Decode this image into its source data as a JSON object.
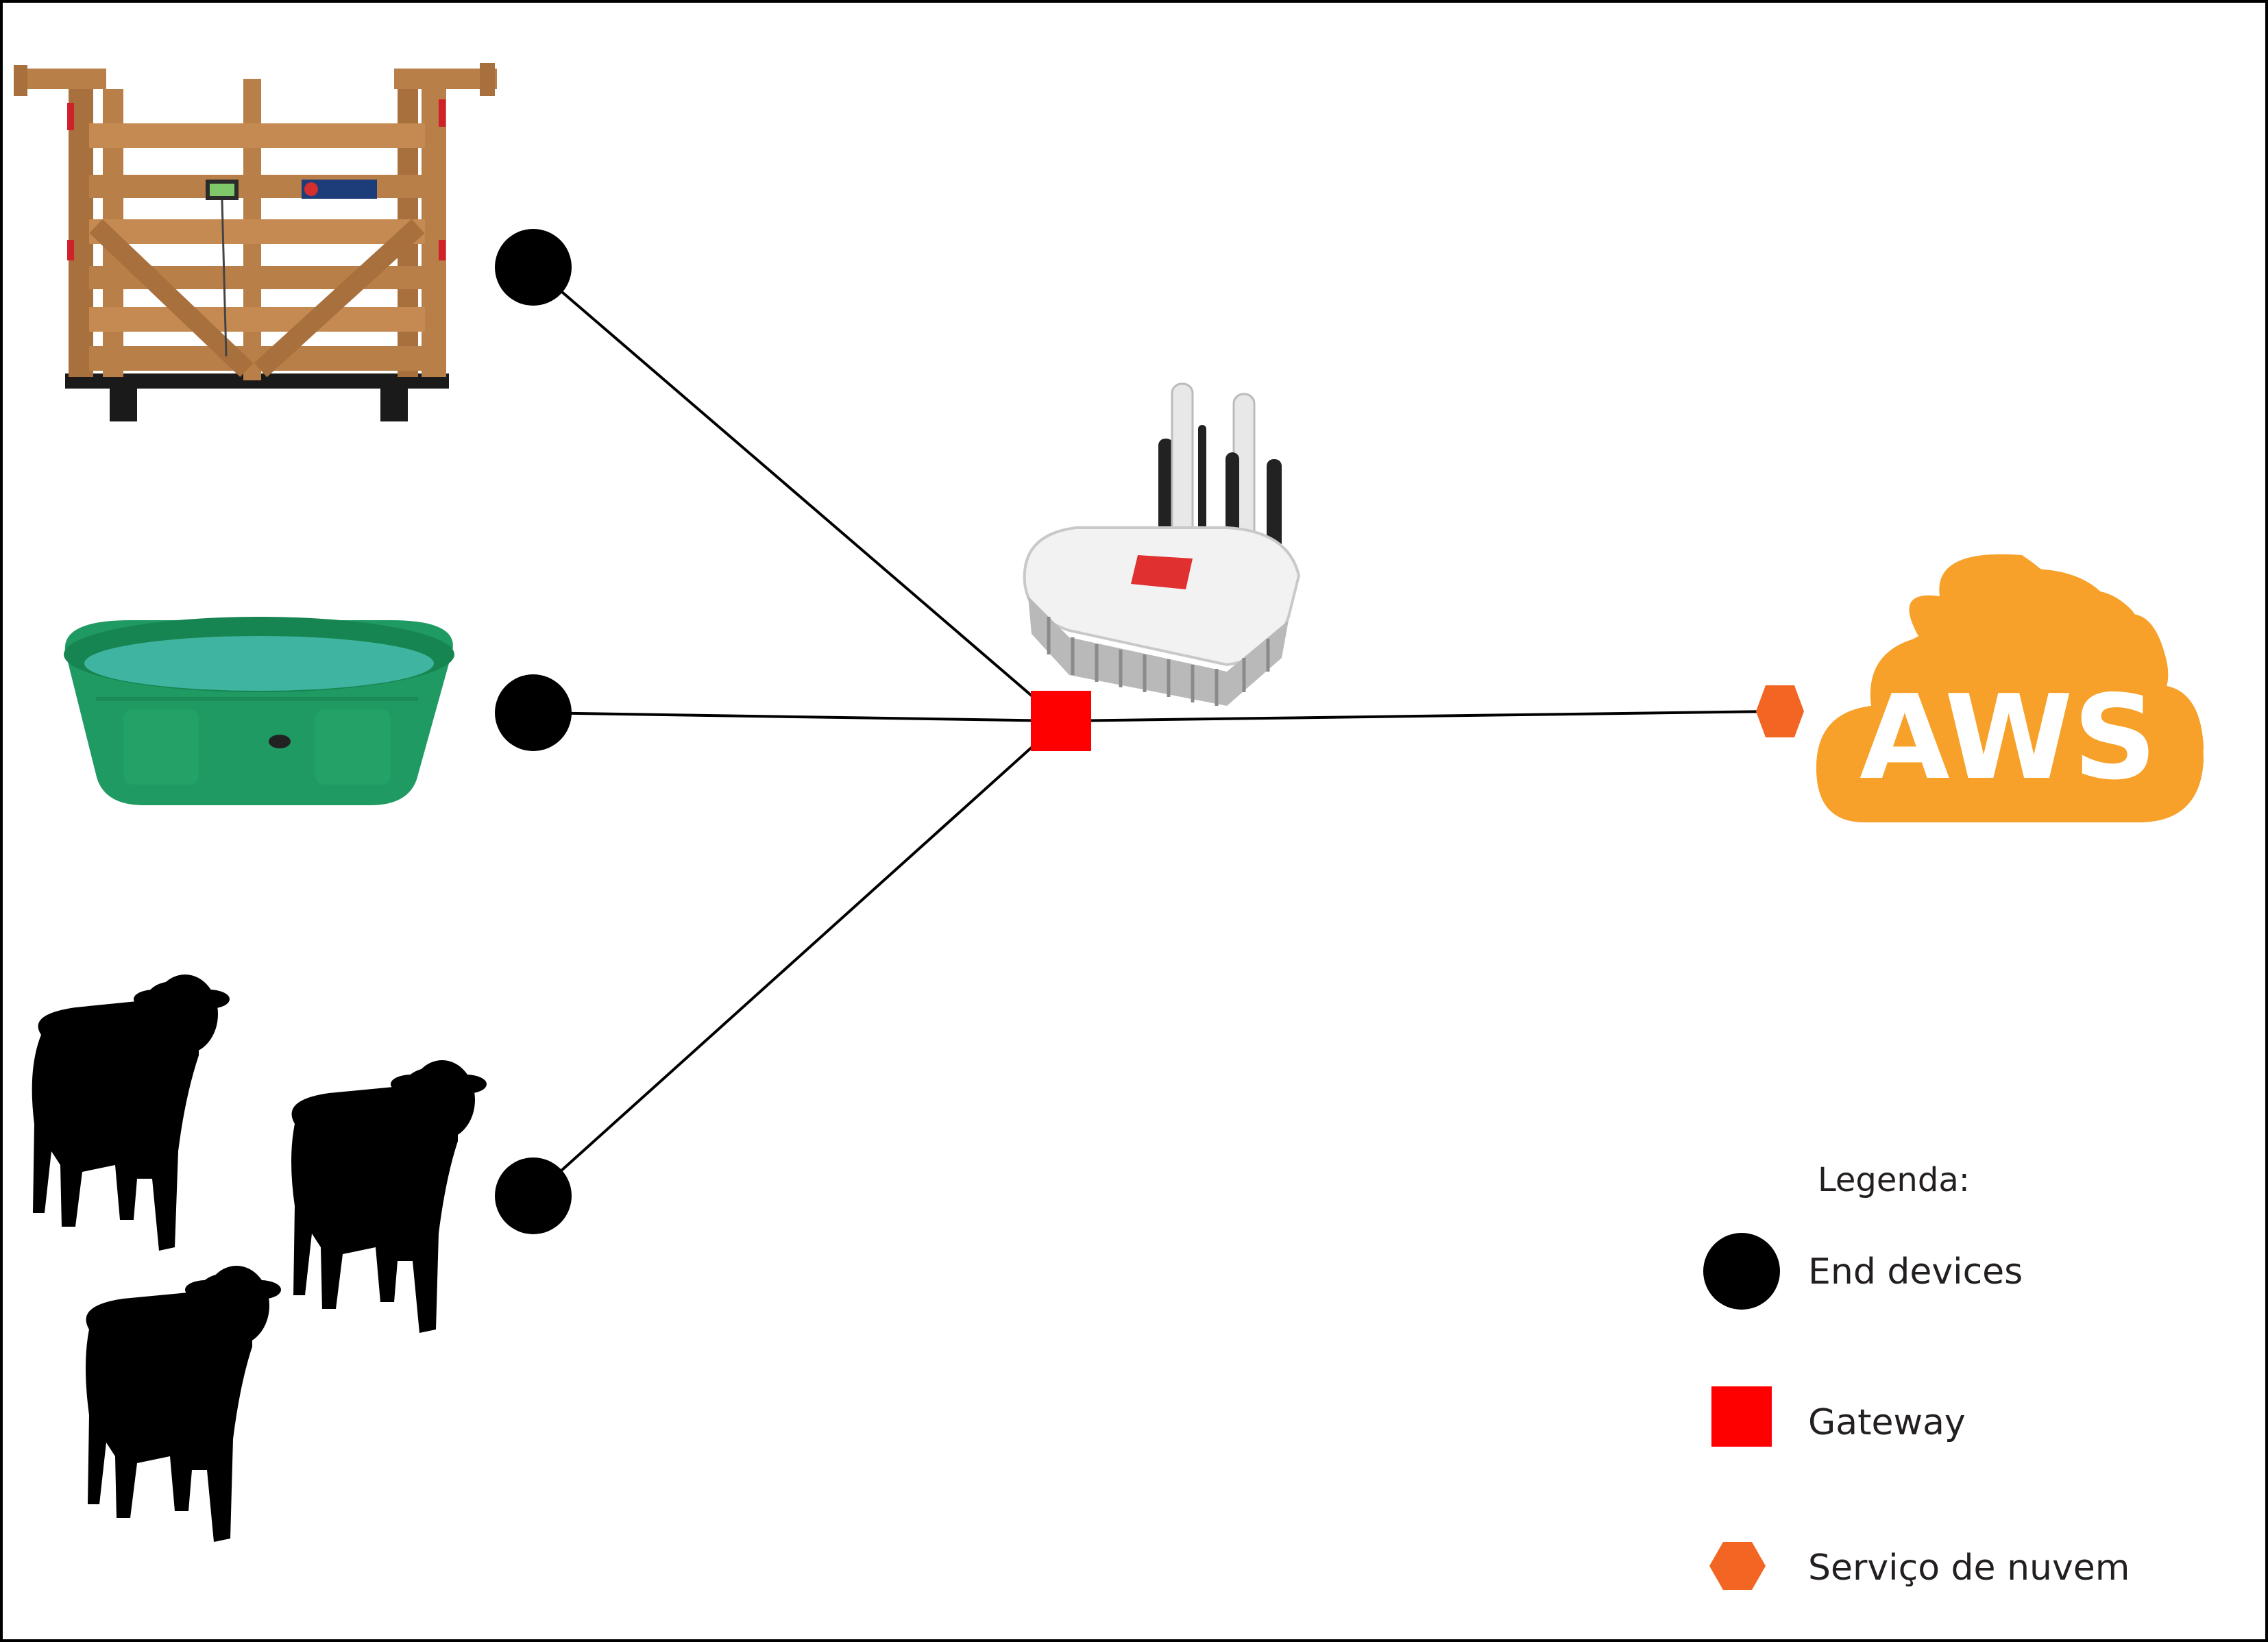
{
  "cloud": {
    "label": "AWS",
    "color": "#f7a12b"
  },
  "legend": {
    "title": "Legenda:",
    "items": [
      {
        "shape": "circle",
        "label": "End devices",
        "color": "#000000"
      },
      {
        "shape": "square",
        "label": "Gateway",
        "color": "#ff0000"
      },
      {
        "shape": "hexagon",
        "label": "Serviço de nuvem",
        "color": "#f26522"
      }
    ]
  },
  "gateway_device": {
    "brand_color": "#e03030"
  },
  "icons": {
    "end_device_1": "cattle-scale-icon",
    "end_device_2": "water-trough-icon",
    "end_device_3": "cattle-herd-icon",
    "gateway": "gateway-router-icon",
    "cloud": "cloud-icon"
  }
}
